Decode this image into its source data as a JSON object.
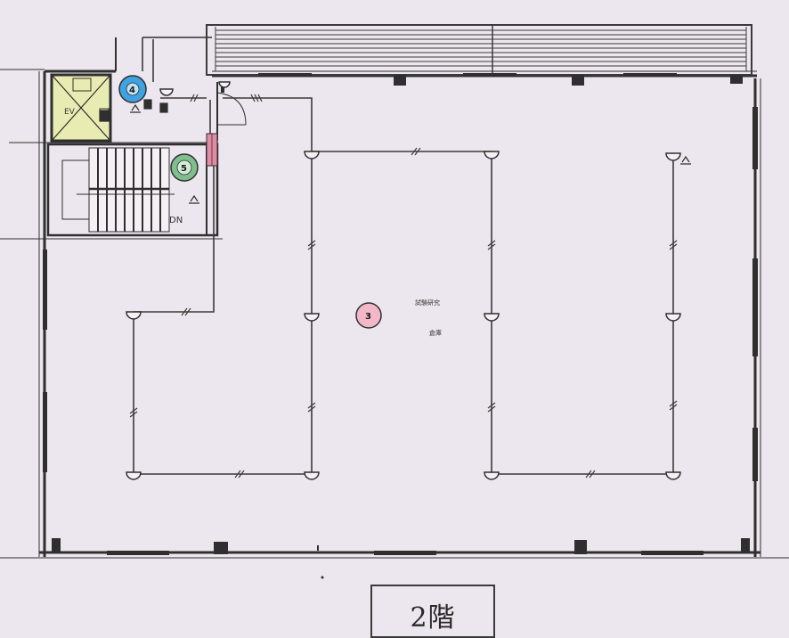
{
  "floor_label": "2階",
  "area_code": "3",
  "stair_label": "DN",
  "room_label_1": "試験研究",
  "room_label_2": "倉庫",
  "elevator_label": "EV",
  "markers": {
    "blue": "4",
    "green": "5"
  },
  "colors": {
    "background": "#ece6ee",
    "wall": "#2f2f2f",
    "elevator_fill": "#e9ecb2",
    "blue_marker": "#3ea3e0",
    "green_marker": "#7fbf8f",
    "pink_marker": "#f2b8c8",
    "panel": "#e58aa4",
    "circuit_line": "#3a3a3a"
  }
}
